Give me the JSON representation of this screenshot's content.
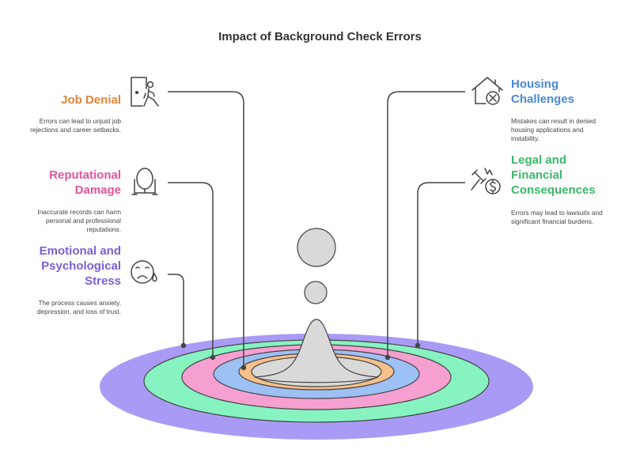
{
  "title": "Impact of Background Check Errors",
  "items": {
    "job_denial": {
      "title": "Job Denial",
      "desc_lines": [
        "Errors can lead to unjust job",
        "rejections and career setbacks."
      ],
      "color": "#E0853A"
    },
    "reputational_damage": {
      "title_lines": [
        "Reputational",
        "Damage"
      ],
      "desc_lines": [
        "Inaccurate records can harm",
        "personal and professional",
        "reputations."
      ],
      "color": "#E0559A"
    },
    "emotional_stress": {
      "title_lines": [
        "Emotional and",
        "Psychological",
        "Stress"
      ],
      "desc_lines": [
        "The process causes anxiety,",
        "depression, and loss of trust."
      ],
      "color": "#7B5FD6"
    },
    "housing_challenges": {
      "title_lines": [
        "Housing",
        "Challenges"
      ],
      "desc_lines": [
        "Mistakes can result in denied",
        "housing applications and",
        "instability."
      ],
      "color": "#4A88D6"
    },
    "legal_financial": {
      "title_lines": [
        "Legal and",
        "Financial",
        "Consequences"
      ],
      "desc_lines": [
        "Errors may lead to lawsuits and",
        "significant financial burdens."
      ],
      "color": "#3CB86A"
    }
  },
  "rings": {
    "purple": "#A99BF5",
    "green": "#86F3C0",
    "pink": "#F6A0D2",
    "blue": "#9DC0F5",
    "orange": "#F8C08A",
    "gray": "#D9D9D9"
  },
  "icons": [
    "person-at-door-icon",
    "mirror-icon",
    "sad-face-icon",
    "house-x-icon",
    "gavel-dollar-icon"
  ]
}
